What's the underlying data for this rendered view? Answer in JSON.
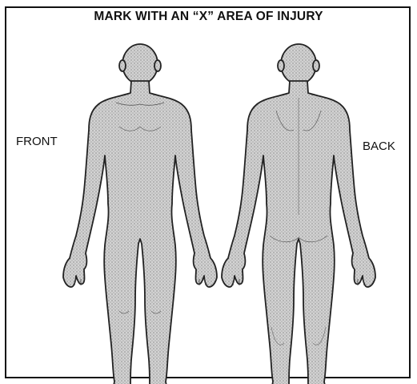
{
  "title": "MARK WITH AN “X” AREA OF INJURY",
  "labels": {
    "front": "FRONT",
    "back": "BACK"
  },
  "figures": [
    {
      "view": "front",
      "icon": "body-front-icon"
    },
    {
      "view": "back",
      "icon": "body-back-icon"
    }
  ],
  "colors": {
    "ink": "#111111",
    "stipple": "#bdbdbd",
    "background": "#ffffff"
  }
}
